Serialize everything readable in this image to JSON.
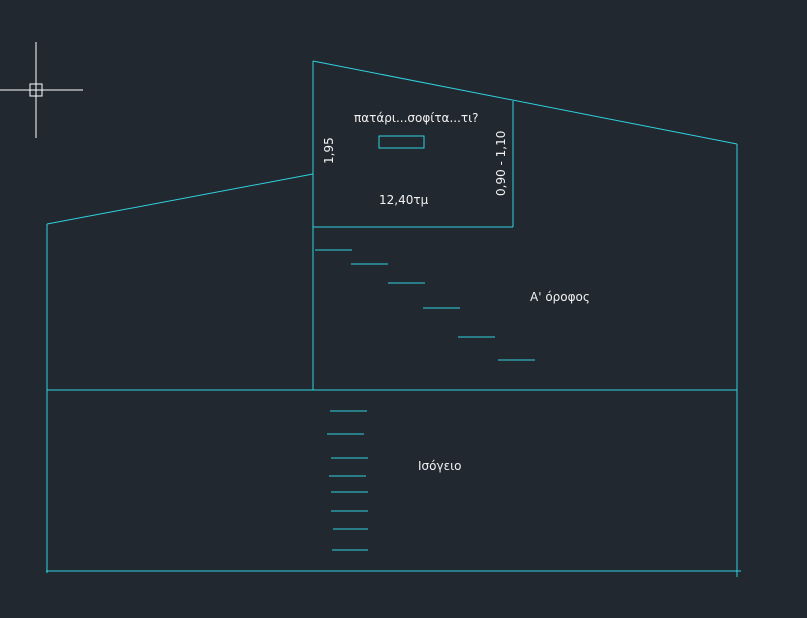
{
  "labels": {
    "attic_question": "πατάρι...σοφίτα...τι?",
    "attic_area": "12,40τμ",
    "attic_height_left": "1,95",
    "attic_height_right": "0,90 - 1,10",
    "first_floor": "A' όροφος",
    "ground_floor": "Ισόγειο"
  },
  "colors": {
    "background": "#212830",
    "linework": "#2fd2de",
    "text": "#f2f2f2",
    "crosshair": "#ffffff"
  }
}
